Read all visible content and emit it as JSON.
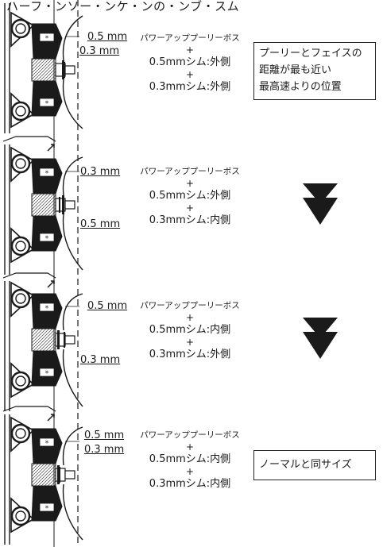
{
  "header_fragment": "ハーフ・ンソー・ンケ・ンの・ンブ・スム",
  "steps": [
    {
      "label_top": "0.5 mm",
      "label_bottom": "0.3 mm",
      "spec_title": "パワーアッププーリーボス",
      "plus": "+",
      "shim_a": "0.5mmシム:外側",
      "shim_b": "0.3mmシム:外側"
    },
    {
      "label_top": "0.3 mm",
      "label_bottom": "0.5 mm",
      "spec_title": "パワーアッププーリーボス",
      "plus": "+",
      "shim_a": "0.5mmシム:外側",
      "shim_b": "0.3mmシム:内側"
    },
    {
      "label_top": "0.5 mm",
      "label_bottom": "0.3 mm",
      "spec_title": "パワーアッププーリーボス",
      "plus": "+",
      "shim_a": "0.5mmシム:内側",
      "shim_b": "0.3mmシム:外側"
    },
    {
      "label_top": "0.5 mm",
      "label_bottom": "0.3 mm",
      "spec_title": "パワーアッププーリーボス",
      "plus": "+",
      "shim_a": "0.5mmシム:内側",
      "shim_b": "0.3mmシム:内側"
    }
  ],
  "note_top": {
    "line1": "プーリーとフェイスの",
    "line2": "距離が最も近い",
    "line3": "最高速よりの位置"
  },
  "note_bottom": "ノーマルと同サイズ",
  "colors": {
    "ink": "#1a1a1a",
    "hatch": "#cfcfcf",
    "paper": "#ffffff"
  }
}
